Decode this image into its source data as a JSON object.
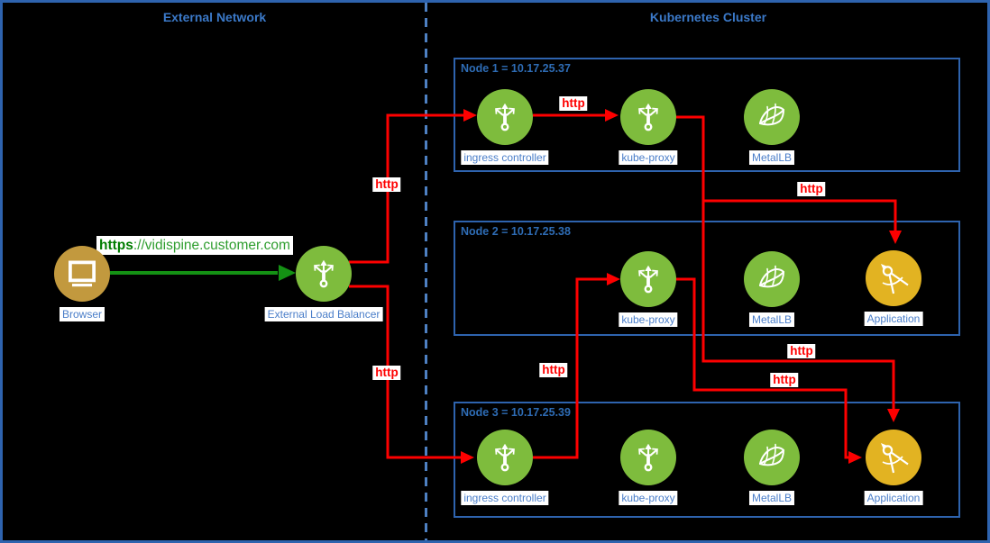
{
  "sections": {
    "external": {
      "title": "External Network"
    },
    "cluster": {
      "title": "Kubernetes Cluster"
    }
  },
  "external": {
    "browser_label": "Browser",
    "lb_label": "External Load Balancer"
  },
  "nodes": [
    {
      "title": "Node 1 = 10.17.25.37",
      "components": [
        {
          "type": "ingress-controller",
          "label": "ingress controller"
        },
        {
          "type": "kube-proxy",
          "label": "kube-proxy"
        },
        {
          "type": "metallb",
          "label": "MetalLB"
        }
      ]
    },
    {
      "title": "Node 2 = 10.17.25.38",
      "components": [
        {
          "type": "kube-proxy",
          "label": "kube-proxy"
        },
        {
          "type": "metallb",
          "label": "MetalLB"
        },
        {
          "type": "application",
          "label": "Application"
        }
      ]
    },
    {
      "title": "Node 3 = 10.17.25.39",
      "components": [
        {
          "type": "ingress-controller",
          "label": "ingress controller"
        },
        {
          "type": "kube-proxy",
          "label": "kube-proxy"
        },
        {
          "type": "metallb",
          "label": "MetalLB"
        },
        {
          "type": "application",
          "label": "Application"
        }
      ]
    }
  ],
  "connections": [
    {
      "from": "browser",
      "to": "external-load-balancer",
      "label_bold": "https",
      "label_rest": "://vidispine.customer.com",
      "color": "green"
    },
    {
      "from": "external-load-balancer",
      "to": "node1-ingress-controller",
      "label": "http",
      "color": "red"
    },
    {
      "from": "node1-ingress-controller",
      "to": "node1-kube-proxy",
      "label": "http",
      "color": "red"
    },
    {
      "from": "node1-kube-proxy",
      "to": "node2-application",
      "label": "http",
      "color": "red"
    },
    {
      "from": "external-load-balancer",
      "to": "node3-ingress-controller",
      "label": "http",
      "color": "red"
    },
    {
      "from": "node3-ingress-controller",
      "to": "node2-kube-proxy",
      "label": "http",
      "color": "red"
    },
    {
      "from": "node1-kube-proxy",
      "to": "node3-application",
      "label": "http",
      "color": "red"
    },
    {
      "from": "node2-kube-proxy",
      "to": "node3-application",
      "label": "http",
      "color": "red"
    }
  ],
  "colors": {
    "background": "#000000",
    "border_blue": "#2e63ae",
    "dashed_blue": "#4e80c2",
    "title_blue": "#3b79c8",
    "label_blue": "#4a7ec9",
    "red": "#fe0000",
    "component_green": "#7ebc3d",
    "application_gold": "#e2b322",
    "browser_bronze": "#c2993e",
    "https_green": "#149114"
  }
}
